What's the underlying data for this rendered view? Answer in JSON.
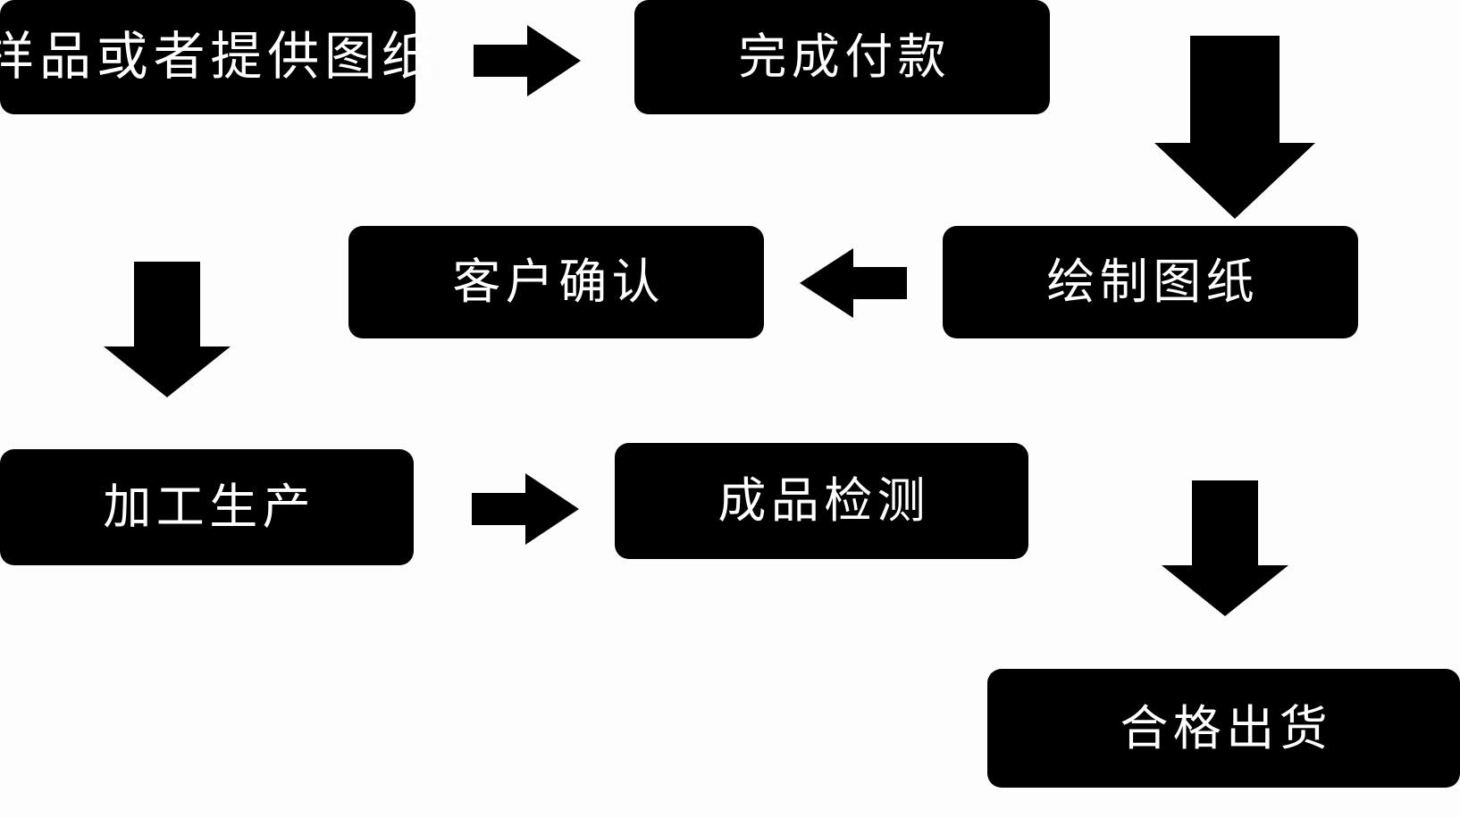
{
  "diagram": {
    "title": "",
    "background_color": "#fdfdfd",
    "node_fill_color": "#000000",
    "node_text_color": "#ffffff",
    "connector_color": "#000000",
    "nodes": [
      {
        "id": "sample",
        "label": "样品或者提供图纸",
        "row": 1,
        "order": 1
      },
      {
        "id": "payment",
        "label": "完成付款",
        "row": 1,
        "order": 2
      },
      {
        "id": "drawing",
        "label": "绘制图纸",
        "row": 2,
        "order": 1
      },
      {
        "id": "confirm",
        "label": "客户确认",
        "row": 2,
        "order": 2
      },
      {
        "id": "production",
        "label": "加工生产",
        "row": 3,
        "order": 1
      },
      {
        "id": "inspection",
        "label": "成品检测",
        "row": 3,
        "order": 2
      },
      {
        "id": "shipping",
        "label": "合格出货",
        "row": 4,
        "order": 1
      }
    ],
    "connectors": [
      {
        "id": "sample-to-payment",
        "from": "sample",
        "to": "payment",
        "icon": "arrow-right-icon"
      },
      {
        "id": "payment-to-drawing",
        "from": "payment",
        "to": "drawing",
        "icon": "elbow-arrow-right-down-icon"
      },
      {
        "id": "drawing-to-confirm",
        "from": "drawing",
        "to": "confirm",
        "icon": "arrow-left-icon"
      },
      {
        "id": "confirm-to-production",
        "from": "confirm",
        "to": "production",
        "icon": "elbow-arrow-left-down-icon"
      },
      {
        "id": "production-to-inspection",
        "from": "production",
        "to": "inspection",
        "icon": "arrow-right-icon"
      },
      {
        "id": "inspection-to-shipping",
        "from": "inspection",
        "to": "shipping",
        "icon": "elbow-arrow-right-down-icon"
      }
    ]
  }
}
